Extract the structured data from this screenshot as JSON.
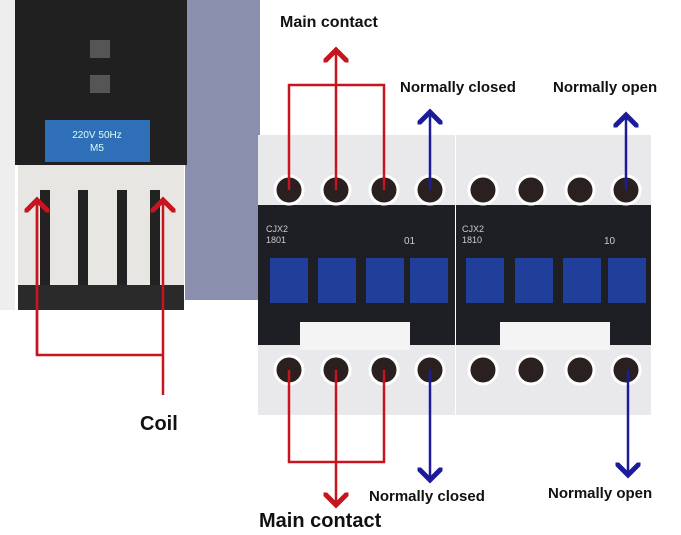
{
  "annotations": {
    "main_contact_top": "Main contact",
    "main_contact_bottom": "Main contact",
    "nc_top": "Normally closed",
    "no_top": "Normally open",
    "nc_bottom": "Normally closed",
    "no_bottom": "Normally open",
    "coil": "Coil"
  },
  "device_labels": {
    "coil_rating_line1": "220V 50Hz",
    "coil_rating_line2": "M5",
    "left_model_line1": "CJX2",
    "left_model_line2": "1801",
    "left_aux": "01",
    "right_model_line1": "CJX2",
    "right_model_line2": "1810",
    "right_aux": "10"
  },
  "colors": {
    "main_arrow": "#c8141e",
    "aux_arrow": "#1c1c9a"
  }
}
